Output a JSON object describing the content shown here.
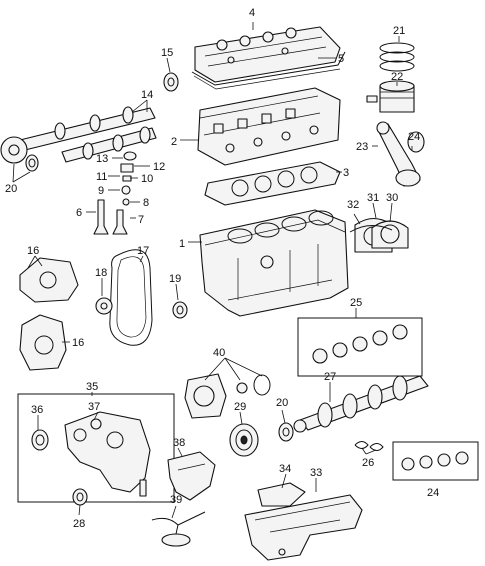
{
  "callouts": [
    {
      "id": "c1",
      "text": "1"
    },
    {
      "id": "c2",
      "text": "2"
    },
    {
      "id": "c3",
      "text": "3"
    },
    {
      "id": "c4",
      "text": "4"
    },
    {
      "id": "c5",
      "text": "5"
    },
    {
      "id": "c6",
      "text": "6"
    },
    {
      "id": "c7",
      "text": "7"
    },
    {
      "id": "c8",
      "text": "8"
    },
    {
      "id": "c9",
      "text": "9"
    },
    {
      "id": "c10",
      "text": "10"
    },
    {
      "id": "c11",
      "text": "11"
    },
    {
      "id": "c12",
      "text": "12"
    },
    {
      "id": "c13",
      "text": "13"
    },
    {
      "id": "c14",
      "text": "14"
    },
    {
      "id": "c15",
      "text": "15"
    },
    {
      "id": "c16a",
      "text": "16"
    },
    {
      "id": "c16b",
      "text": "16"
    },
    {
      "id": "c17",
      "text": "17"
    },
    {
      "id": "c18",
      "text": "18"
    },
    {
      "id": "c19",
      "text": "19"
    },
    {
      "id": "c20a",
      "text": "20"
    },
    {
      "id": "c20b",
      "text": "20"
    },
    {
      "id": "c21",
      "text": "21"
    },
    {
      "id": "c22",
      "text": "22"
    },
    {
      "id": "c23",
      "text": "23"
    },
    {
      "id": "c24a",
      "text": "24"
    },
    {
      "id": "c24b",
      "text": "24"
    },
    {
      "id": "c25",
      "text": "25"
    },
    {
      "id": "c26",
      "text": "26"
    },
    {
      "id": "c27",
      "text": "27"
    },
    {
      "id": "c28",
      "text": "28"
    },
    {
      "id": "c29",
      "text": "29"
    },
    {
      "id": "c30",
      "text": "30"
    },
    {
      "id": "c31",
      "text": "31"
    },
    {
      "id": "c32",
      "text": "32"
    },
    {
      "id": "c33",
      "text": "33"
    },
    {
      "id": "c34",
      "text": "34"
    },
    {
      "id": "c35",
      "text": "35"
    },
    {
      "id": "c36",
      "text": "36"
    },
    {
      "id": "c37",
      "text": "37"
    },
    {
      "id": "c38",
      "text": "38"
    },
    {
      "id": "c39",
      "text": "39"
    },
    {
      "id": "c40",
      "text": "40"
    }
  ]
}
